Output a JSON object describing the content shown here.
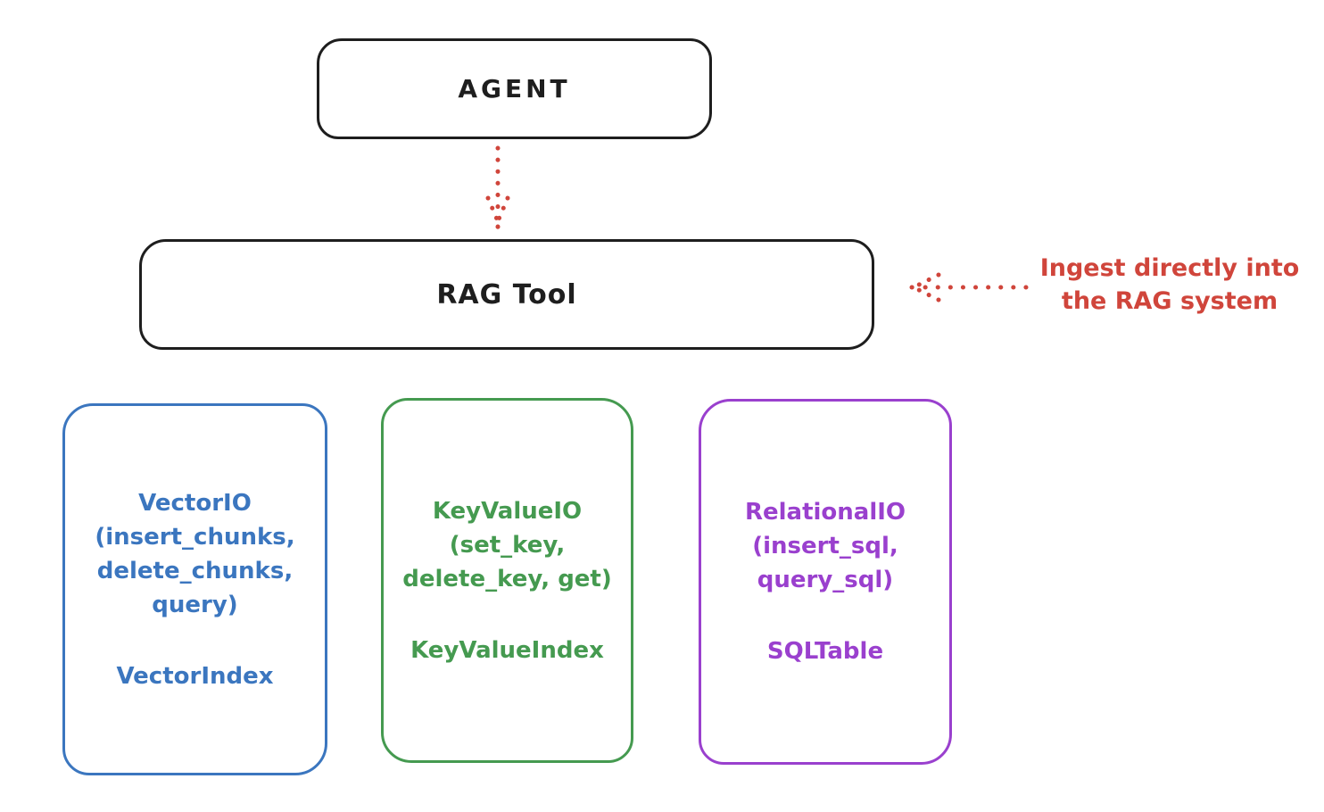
{
  "diagram": {
    "background_color": "#ffffff",
    "stroke_color": "#1e1e1e",
    "agent_box": {
      "label": "AGENT"
    },
    "rag_box": {
      "label": "RAG Tool"
    },
    "annotation": {
      "color": "#d0453b",
      "text_lines": [
        "Ingest directly into",
        "the RAG system"
      ]
    },
    "arrows": [
      {
        "name": "agent-to-rag-arrow",
        "style": "dotted",
        "direction": "down",
        "color": "#d0453b"
      },
      {
        "name": "annotation-to-rag-arrow",
        "style": "dotted",
        "direction": "left",
        "color": "#d0453b"
      }
    ],
    "storage_boxes": [
      {
        "name": "vector-io",
        "color": "#3b76bf",
        "title_lines": [
          "VectorIO",
          "(insert_chunks,",
          "delete_chunks,",
          "query)"
        ],
        "index_label": "VectorIndex"
      },
      {
        "name": "keyvalue-io",
        "color": "#459a50",
        "title_lines": [
          "KeyValueIO",
          "(set_key,",
          "delete_key, get)"
        ],
        "index_label": "KeyValueIndex"
      },
      {
        "name": "relational-io",
        "color": "#9a40ce",
        "title_lines": [
          "RelationalIO",
          "(insert_sql,",
          "query_sql)"
        ],
        "index_label": "SQLTable"
      }
    ]
  }
}
